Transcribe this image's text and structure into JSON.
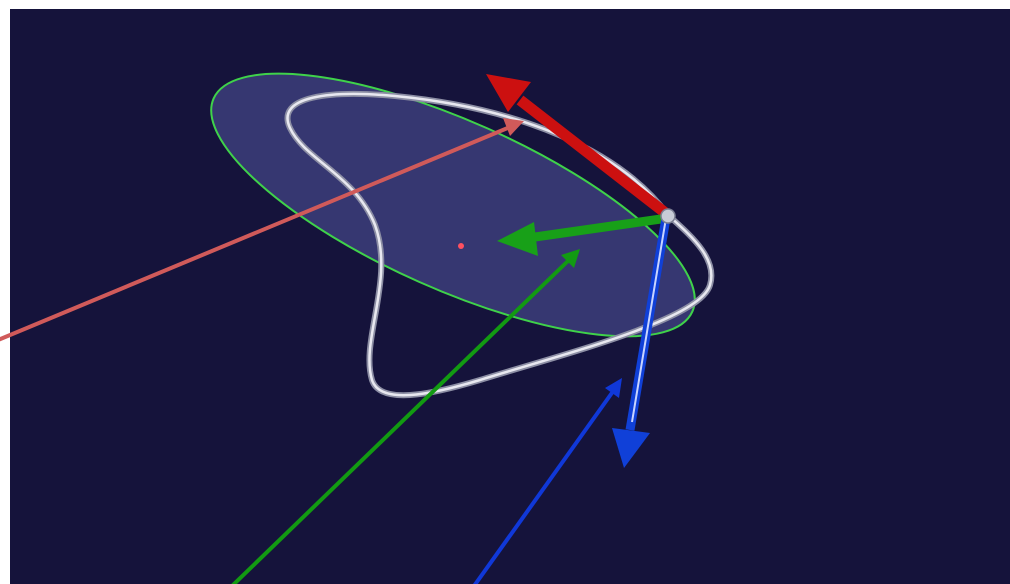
{
  "colors": {
    "background": "#15133b",
    "page": "#ffffff",
    "tangent": "#cc1010",
    "normal": "#18a018",
    "binormal": "#1040d8",
    "curve": "#e8e8f0",
    "osculating_plane_fill": "#3a3c78",
    "osculating_circle_edge": "#3fd24a",
    "callout_tangent": "#d05a5a",
    "callout_normal": "#129a12",
    "callout_binormal": "#1038d8",
    "point": "#c8ccd8",
    "center_point": "#ff5060"
  },
  "elements": {
    "space_curve": "closed-3d-curve",
    "osculating_plane": "filled-ellipse",
    "tangent_vector": "red-arrow",
    "normal_vector": "green-arrow",
    "binormal_vector": "blue-arrow",
    "frame_point": "grey-dot",
    "curvature_center": "red-dot"
  }
}
